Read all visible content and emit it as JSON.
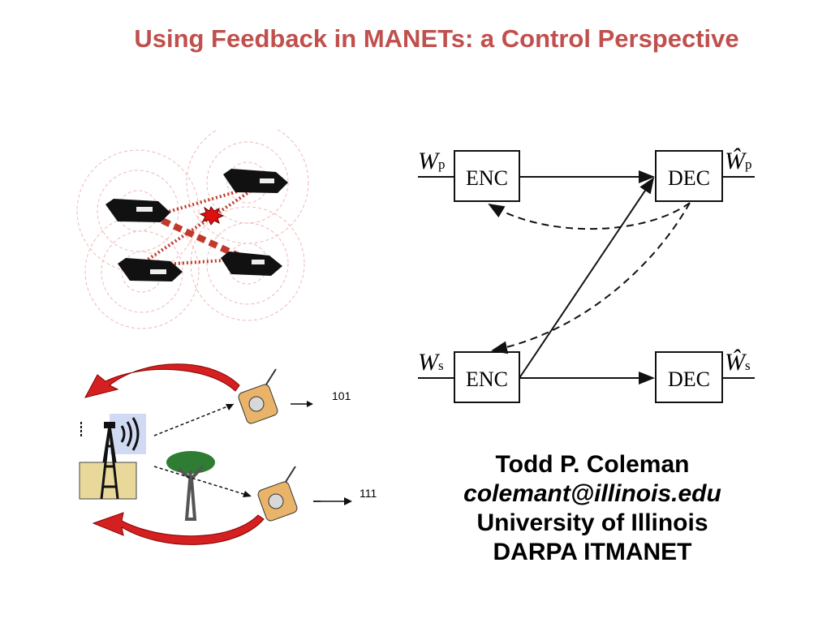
{
  "slide": {
    "title": "Using Feedback in MANETs: a Control Perspective"
  },
  "block_diagram": {
    "enc_label": "ENC",
    "dec_label": "DEC",
    "symbol": "W",
    "hat_symbol": "Ŵ",
    "sub_p": "p",
    "sub_s": "s"
  },
  "broadcast": {
    "upper_bits": "101",
    "lower_bits": "111"
  },
  "author": {
    "name": "Todd P. Coleman",
    "email": "colemant@illinois.edu",
    "affiliation": "University of Illinois",
    "program": "DARPA ITMANET"
  },
  "colors": {
    "title": "#c0504d",
    "link_red": "#c0392b",
    "arrow_red": "#d42020"
  }
}
